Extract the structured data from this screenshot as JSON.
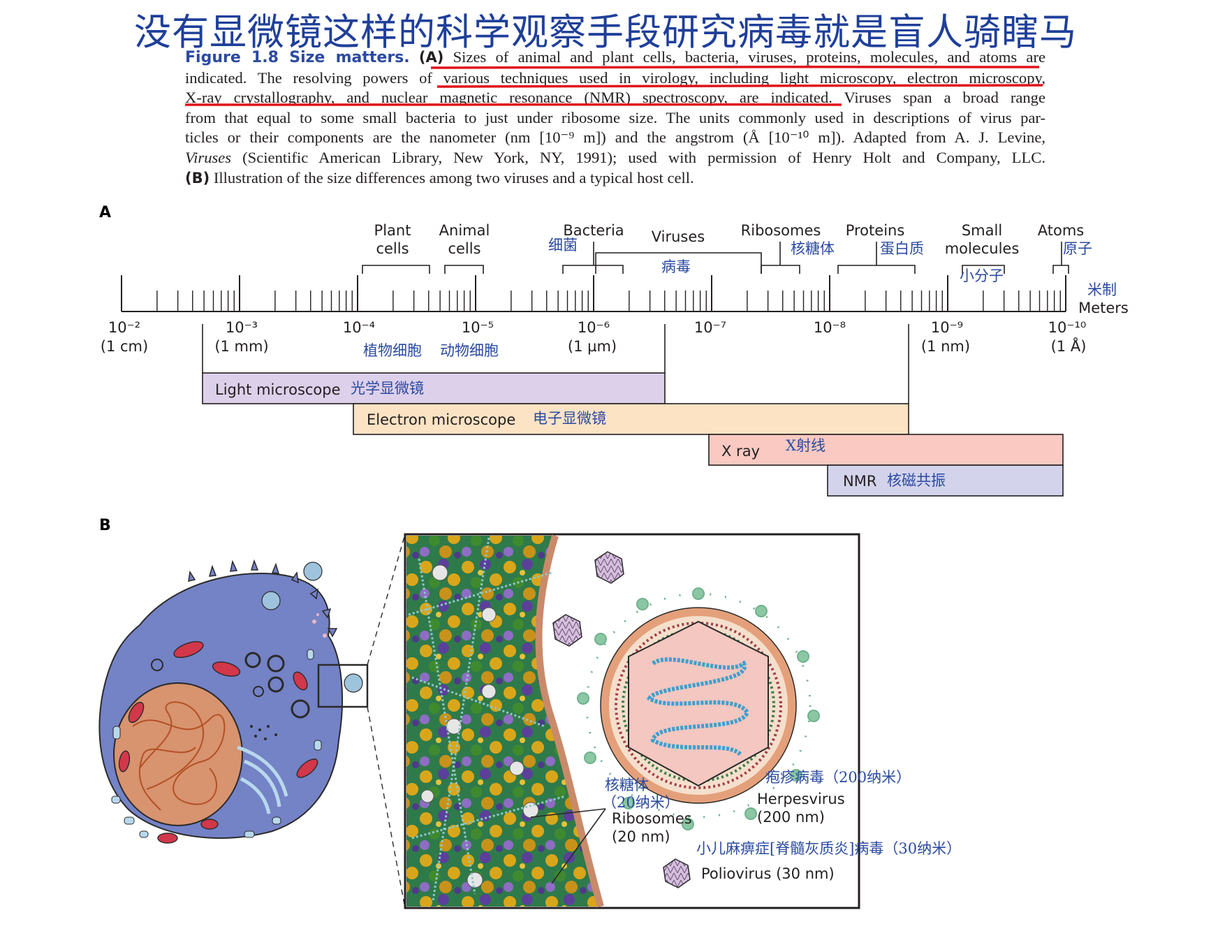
{
  "headline": "没有显微镜这样的科学观察手段研究病毒就是盲人骑瞎马",
  "caption": {
    "figure_label": "Figure 1.8  Size matters.",
    "part_a_label": "(A)",
    "part_b_label": "(B)",
    "lines": [
      "Sizes of animal and plant cells, bacteria, viruses, proteins, molecules, and atoms are",
      "indicated. The resolving powers of various techniques used in virology, including light microscopy, electron microscopy,",
      "X-ray crystallography, and nuclear magnetic resonance (NMR) spectroscopy, are indicated. Viruses span a broad range",
      "from that equal to some small bacteria to just under ribosome size. The units commonly used in descriptions of virus par-",
      "ticles or their components are the nanometer (nm [10⁻⁹ m]) and the angstrom (Å [10⁻¹⁰ m]). Adapted from A. J. Levine,",
      "Viruses",
      " (Scientific American Library, New York, NY, 1991); used with permission of Henry Holt and Company, LLC.",
      " Illustration of the size differences among two viruses and a typical host cell."
    ]
  },
  "panel_a": {
    "letter": "A",
    "scale_unit_zh": "米制",
    "scale_unit": "Meters",
    "ticks": [
      {
        "main": "10⁻²",
        "sub": "(1 cm)"
      },
      {
        "main": "10⁻³",
        "sub": "(1 mm)"
      },
      {
        "main": "10⁻⁴",
        "sub": ""
      },
      {
        "main": "10⁻⁵",
        "sub": ""
      },
      {
        "main": "10⁻⁶",
        "sub": "(1 µm)"
      },
      {
        "main": "10⁻⁷",
        "sub": ""
      },
      {
        "main": "10⁻⁸",
        "sub": ""
      },
      {
        "main": "10⁻⁹",
        "sub": "(1 nm)"
      },
      {
        "main": "10⁻¹⁰",
        "sub": "(1 Å)"
      }
    ],
    "categories": {
      "plant_cells": {
        "en1": "Plant",
        "en2": "cells",
        "zh": "植物细胞"
      },
      "animal_cells": {
        "en1": "Animal",
        "en2": "cells",
        "zh": "动物细胞"
      },
      "bacteria": {
        "en": "Bacteria",
        "zh": "细菌"
      },
      "viruses": {
        "en": "Viruses",
        "zh": "病毒"
      },
      "ribosomes": {
        "en": "Ribosomes",
        "zh": "核糖体"
      },
      "proteins": {
        "en": "Proteins",
        "zh": "蛋白质"
      },
      "small_molecules": {
        "en1": "Small",
        "en2": "molecules",
        "zh": "小分子"
      },
      "atoms": {
        "en": "Atoms",
        "zh": "原子"
      }
    },
    "techniques": [
      {
        "en": "Light microscope",
        "zh": "光学显微镜",
        "color": "#ddd0ea"
      },
      {
        "en": "Electron microscope",
        "zh": "电子显微镜",
        "color": "#fbe3c4"
      },
      {
        "en": "X ray",
        "zh": "X射线",
        "color": "#f9c9c2"
      },
      {
        "en": "NMR",
        "zh": "核磁共振",
        "color": "#d3d3ec"
      }
    ]
  },
  "panel_b": {
    "letter": "B",
    "ribosomes_zh1": "核糖体",
    "ribosomes_zh2": "（20纳米）",
    "ribosomes_en1": "Ribosomes",
    "ribosomes_en2": "(20 nm)",
    "herpes_zh": "疱疹病毒（200纳米）",
    "herpes_en1": "Herpesvirus",
    "herpes_en2": "(200 nm)",
    "polio_zh": "小儿麻痹症[脊髓灰质炎]病毒（30纳米）",
    "polio_en": "Poliovirus (30 nm)"
  },
  "colors": {
    "headline": "#1f3f9a",
    "underline": "#e1141b",
    "cell_body": "#7482c6",
    "nucleus": "#d8936f",
    "cell_wall": "#c98a6a"
  }
}
